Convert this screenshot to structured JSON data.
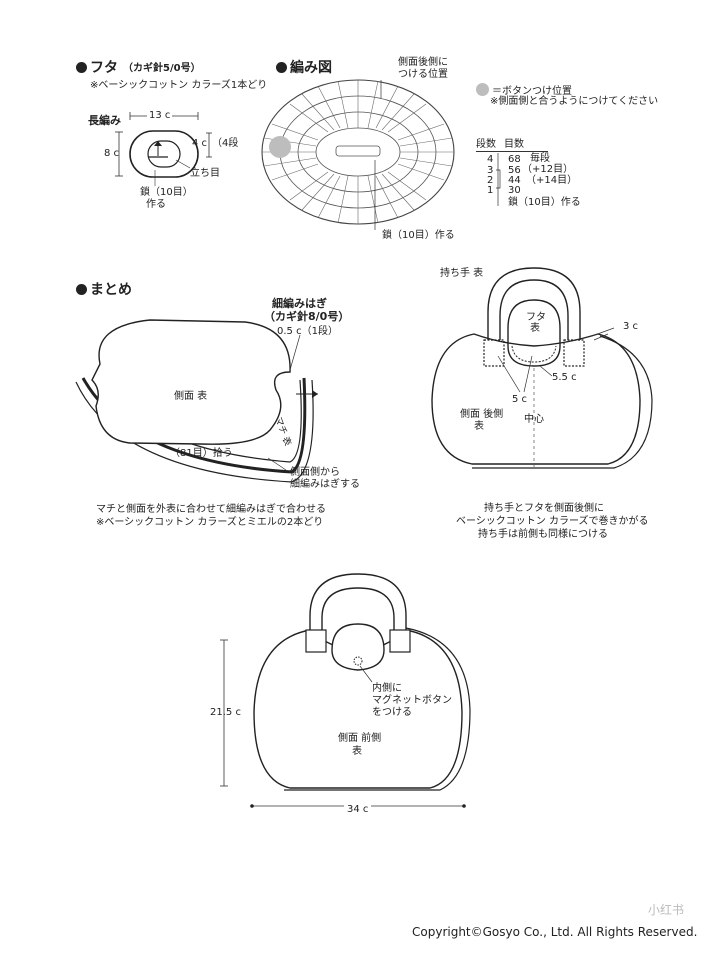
{
  "futa": {
    "title": "フタ",
    "hook": "（カギ針5/0号）",
    "yarn_note": "※ベーシックコットン カラーズ1本どり",
    "stitch_label": "長編み",
    "width": "13 c",
    "height": "8 c",
    "rows_dim": "4 c",
    "rows_count": "（4段",
    "standing": "立ち目",
    "chain_line1": "鎖（10目）",
    "chain_line2": "作る"
  },
  "chart": {
    "title": "編み図",
    "attach_line1": "側面後側に",
    "attach_line2": "つける位置",
    "chain_note": "鎖（10目）作る",
    "button_legend": "＝ボタンつけ位置",
    "button_note": "※側面側と合うようにつけてください",
    "table_headers": [
      "段数",
      "目数"
    ],
    "table_rows": [
      {
        "row": "4",
        "count": "68"
      },
      {
        "row": "3",
        "count": "56"
      },
      {
        "row": "2",
        "count": "44"
      },
      {
        "row": "1",
        "count": "30"
      }
    ],
    "table_notes": [
      "毎段",
      "（+12目）",
      "（+14目）"
    ],
    "table_footer": "鎖（10目）作る"
  },
  "matome": {
    "title": "まとめ",
    "seam_title": "細編みはぎ",
    "seam_hook": "（カギ針8/0号）",
    "seam_width": "0.5 c（1段）",
    "side_label": "側面 表",
    "gusset_label": "マチ 表",
    "pickup": "（81目）拾う",
    "seam_from_line1": "側面側から",
    "seam_from_line2": "細編みはぎする",
    "note1": "マチと側面を外表に合わせて細編みはぎで合わせる",
    "note2": "※ベーシックコットン カラーズとミエルの2本どり"
  },
  "back": {
    "handle_label": "持ち手 表",
    "lid_line1": "フタ",
    "lid_line2": "表",
    "dim_3c": "3 c",
    "dim_55c": "5.5 c",
    "dim_5c": "5 c",
    "center": "中心",
    "side_line1": "側面 後側",
    "side_line2": "表",
    "note1": "持ち手とフタを側面後側に",
    "note2": "ベーシックコットン カラーズで巻きかがる",
    "note3": "持ち手は前側も同様につける"
  },
  "front": {
    "height": "21.5 c",
    "width": "34 c",
    "magnet_line1": "内側に",
    "magnet_line2": "マグネットボタン",
    "magnet_line3": "をつける",
    "side_line1": "側面 前側",
    "side_line2": "表"
  },
  "copyright": "Copyright©Gosyo Co., Ltd. All Rights Reserved.",
  "watermark": "小红书"
}
